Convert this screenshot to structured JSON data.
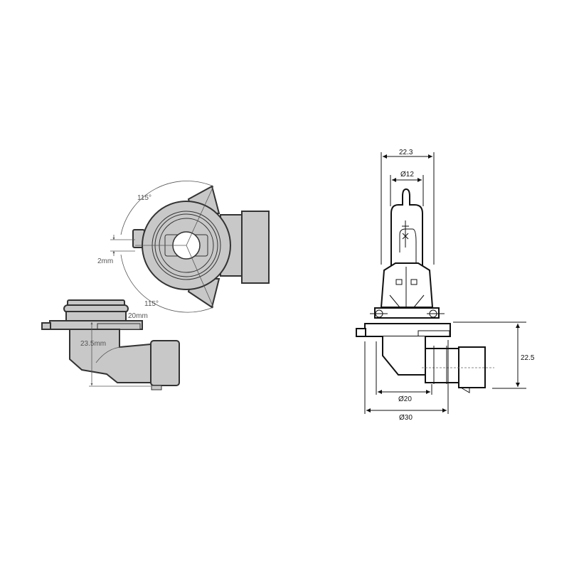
{
  "left_top_view": {
    "angle_upper": "115°",
    "angle_lower": "115°",
    "gap": "2mm"
  },
  "left_side_view": {
    "diameter": "20mm",
    "height": "23.5mm"
  },
  "right_view": {
    "width_top": "22.3",
    "glass_diameter": "Ø12",
    "height": "22.5",
    "body_diameter": "Ø20",
    "flange_diameter": "Ø30"
  },
  "colors": {
    "part_fill": "#c8c8c8",
    "outline": "#333333"
  }
}
